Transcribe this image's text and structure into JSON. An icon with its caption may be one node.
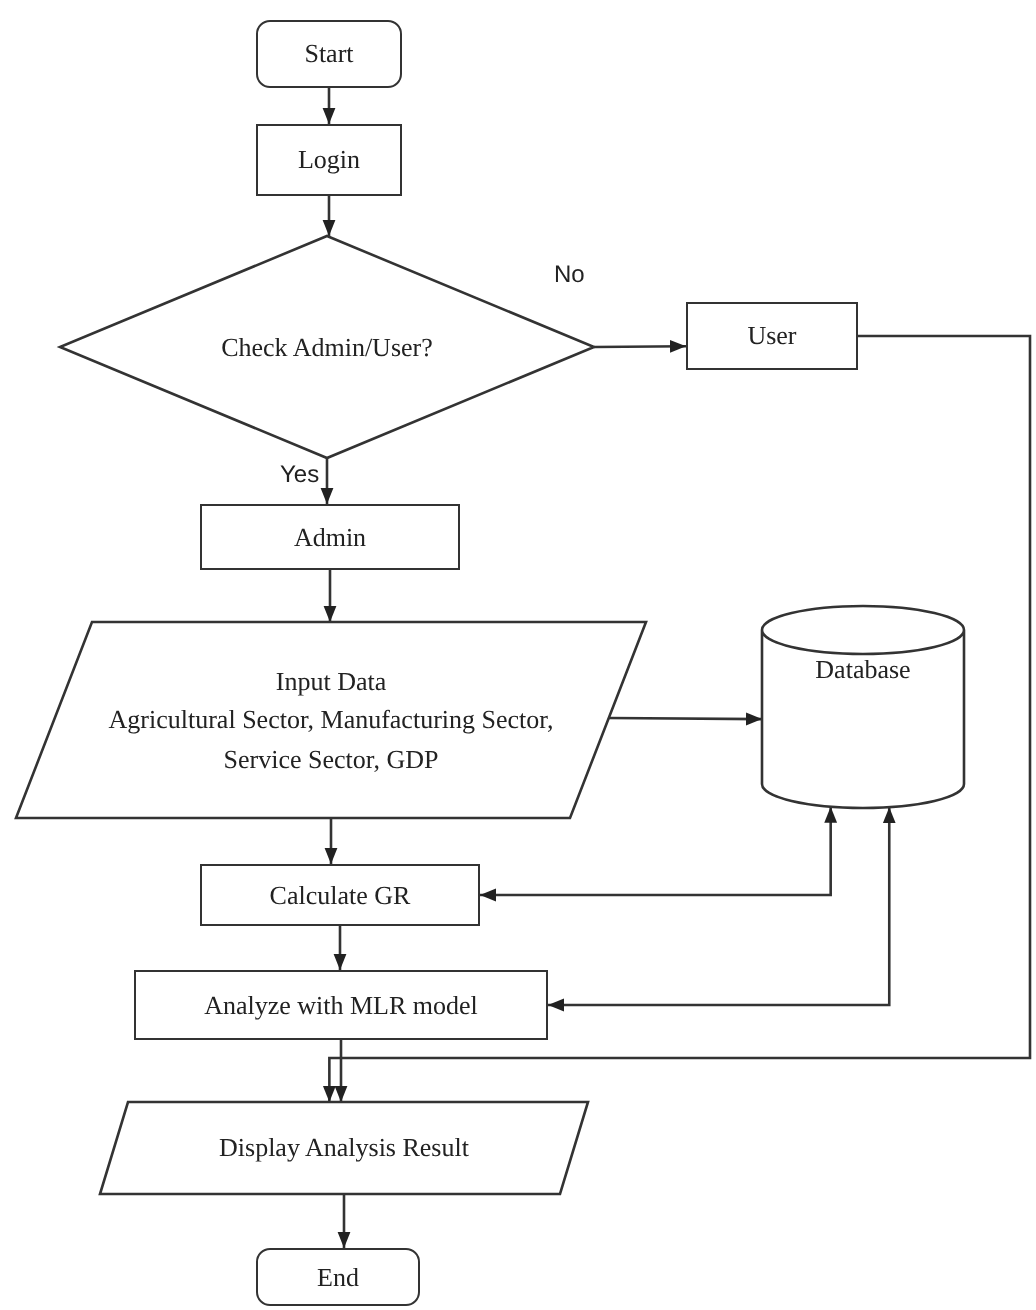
{
  "diagram": {
    "nodes": [
      {
        "text": [
          "Start"
        ]
      },
      {
        "text": [
          "Login"
        ]
      },
      {
        "text": [
          "Check Admin/User?"
        ]
      },
      {
        "text": [
          "User"
        ]
      },
      {
        "text": [
          "Admin"
        ]
      },
      {
        "text": [
          "Input Data",
          "Agricultural Sector, Manufacturing Sector, Service Sector, GDP"
        ]
      },
      {
        "text": [
          "Database"
        ]
      },
      {
        "text": [
          "Calculate GR"
        ]
      },
      {
        "text": [
          "Analyze with MLR model"
        ]
      },
      {
        "text": [
          "Display Analysis Result"
        ]
      },
      {
        "text": [
          "End"
        ]
      }
    ],
    "edges": [
      {
        "from": 0,
        "to": 1,
        "arrow": "to"
      },
      {
        "from": 1,
        "to": 2,
        "arrow": "to"
      },
      {
        "from": 2,
        "to": 3,
        "arrow": "to",
        "label": "No"
      },
      {
        "from": 2,
        "to": 4,
        "arrow": "to",
        "label": "Yes"
      },
      {
        "from": 4,
        "to": 5,
        "arrow": "to"
      },
      {
        "from": 5,
        "to": 6,
        "arrow": "to"
      },
      {
        "from": 5,
        "to": 7,
        "arrow": "to"
      },
      {
        "from": 7,
        "to": 6,
        "arrow": "both"
      },
      {
        "from": 7,
        "to": 8,
        "arrow": "to"
      },
      {
        "from": 8,
        "to": 6,
        "arrow": "both"
      },
      {
        "from": 8,
        "to": 9,
        "arrow": "to"
      },
      {
        "from": 3,
        "to": 9,
        "arrow": "to"
      },
      {
        "from": 9,
        "to": 10,
        "arrow": "to"
      }
    ]
  }
}
